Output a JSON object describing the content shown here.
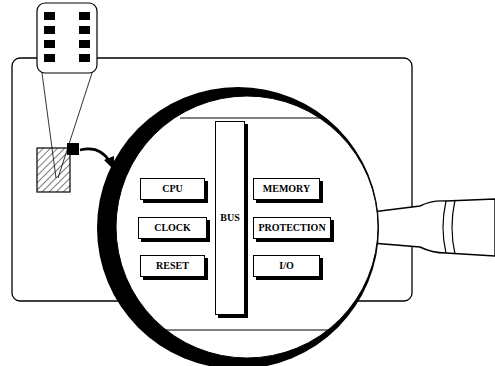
{
  "diagram": {
    "nodes": [
      {
        "text": [
          "CPU"
        ]
      },
      {
        "text": [
          "CLOCK"
        ]
      },
      {
        "text": [
          "RESET"
        ]
      },
      {
        "text": [
          "BUS"
        ]
      },
      {
        "text": [
          "MEMORY"
        ]
      },
      {
        "text": [
          "PROTECTION"
        ]
      },
      {
        "text": [
          "I/O"
        ]
      }
    ]
  }
}
